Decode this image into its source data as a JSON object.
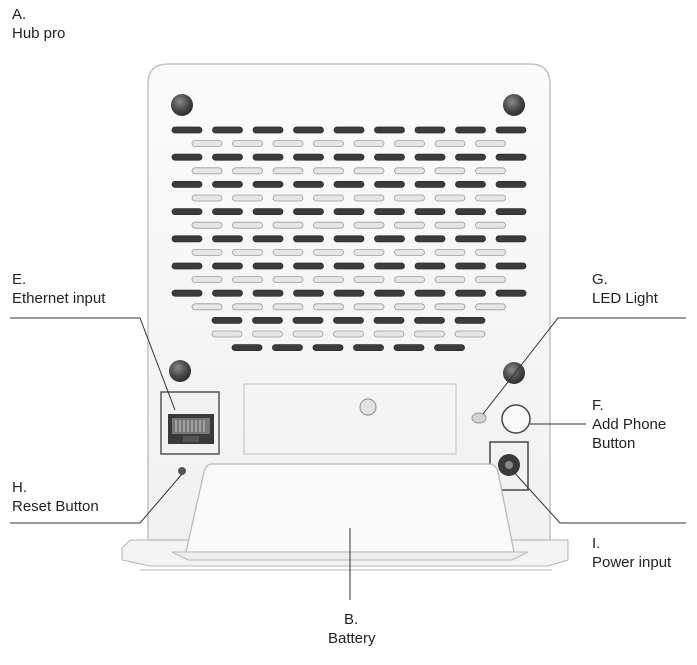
{
  "labels": {
    "a": {
      "letter": "A.",
      "text": "Hub pro"
    },
    "e": {
      "letter": "E.",
      "text": "Ethernet input"
    },
    "g": {
      "letter": "G.",
      "text": "LED Light"
    },
    "f": {
      "letter": "F.",
      "text": "Add Phone",
      "text2": "Button"
    },
    "h": {
      "letter": "H.",
      "text": "Reset Button"
    },
    "i": {
      "letter": "I.",
      "text": "Power input"
    },
    "b": {
      "letter": "B.",
      "text": "Battery"
    }
  }
}
